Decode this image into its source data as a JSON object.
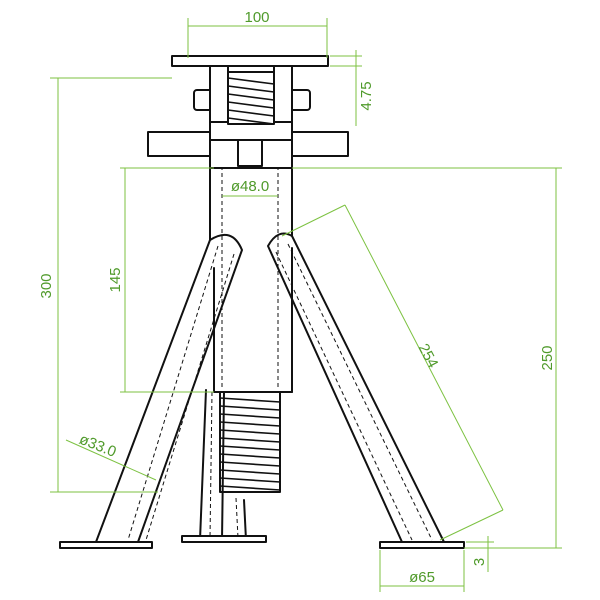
{
  "dimensions": {
    "top_width": "100",
    "plate_thickness": "4.75",
    "tube_diameter": "ø48.0",
    "overall_height": "300",
    "tube_height": "145",
    "leg_length": "254",
    "leg_diameter": "ø33.0",
    "base_height": "250",
    "foot_diameter": "ø65",
    "foot_thickness": "3"
  },
  "colors": {
    "line": "#111111",
    "dimension": "#7dc242",
    "background": "#ffffff"
  }
}
